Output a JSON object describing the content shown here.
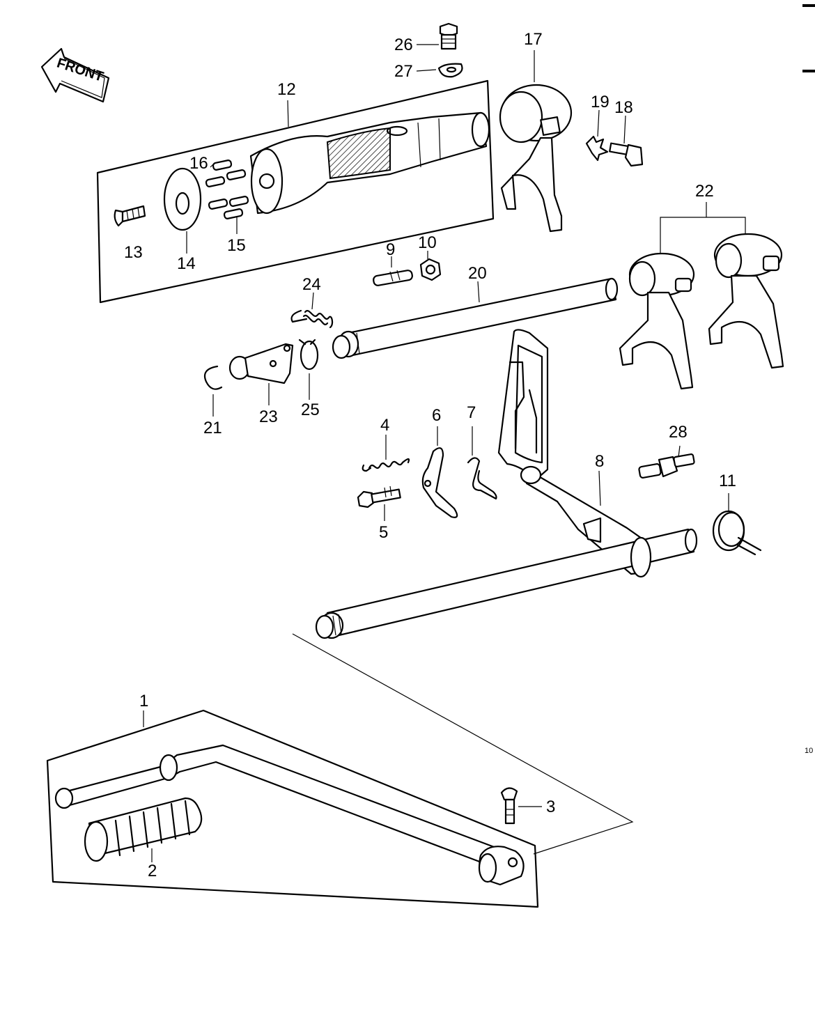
{
  "front_arrow": {
    "label": "FRONT"
  },
  "callouts": {
    "c1": "1",
    "c2": "2",
    "c3": "3",
    "c4": "4",
    "c5": "5",
    "c6": "6",
    "c7": "7",
    "c8": "8",
    "c9": "9",
    "c10": "10",
    "c11": "11",
    "c12": "12",
    "c13": "13",
    "c14": "14",
    "c15": "15",
    "c16": "16",
    "c17": "17",
    "c18": "18",
    "c19": "19",
    "c20": "20",
    "c21": "21",
    "c22": "22",
    "c23": "23",
    "c24": "24",
    "c25": "25",
    "c26": "26",
    "c27": "27",
    "c28": "28"
  },
  "page_marker": "10",
  "icons": {
    "front": "arrow-left-icon"
  }
}
